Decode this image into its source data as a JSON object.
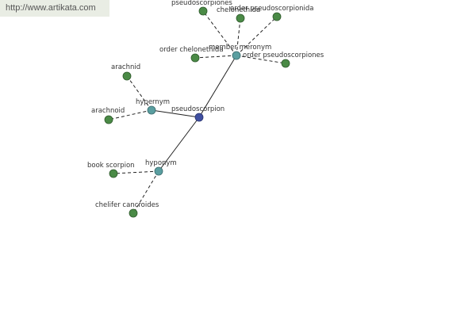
{
  "source_url": "http://www.artikata.com",
  "graph": {
    "center": {
      "id": "pseudoscorpion",
      "label": "pseudoscorpion"
    },
    "relations": [
      {
        "id": "member-meronym",
        "label": "member meronym"
      },
      {
        "id": "hypernym",
        "label": "hypernym"
      },
      {
        "id": "hyponym",
        "label": "hyponym"
      }
    ],
    "leaves": [
      {
        "id": "pseudoscorpiones",
        "label": "pseudoscorpiones",
        "relation": "member-meronym"
      },
      {
        "id": "chelonethida",
        "label": "chelonethida",
        "relation": "member-meronym"
      },
      {
        "id": "order-pseudoscorpionida",
        "label": "order pseudoscorpionida",
        "relation": "member-meronym"
      },
      {
        "id": "order-chelonethida",
        "label": "order chelonethida",
        "relation": "member-meronym"
      },
      {
        "id": "order-pseudoscorpiones",
        "label": "order pseudoscorpiones",
        "relation": "member-meronym"
      },
      {
        "id": "arachnid",
        "label": "arachnid",
        "relation": "hypernym"
      },
      {
        "id": "arachnoid",
        "label": "arachnoid",
        "relation": "hypernym"
      },
      {
        "id": "book-scorpion",
        "label": "book scorpion",
        "relation": "hyponym"
      },
      {
        "id": "chelifer-cancroides",
        "label": "chelifer cancroides",
        "relation": "hyponym"
      }
    ]
  },
  "colors": {
    "leaf": "#4a8a46",
    "relation": "#5a9ea0",
    "center": "#3f4fa0",
    "banner_bg": "#e9ede4"
  }
}
